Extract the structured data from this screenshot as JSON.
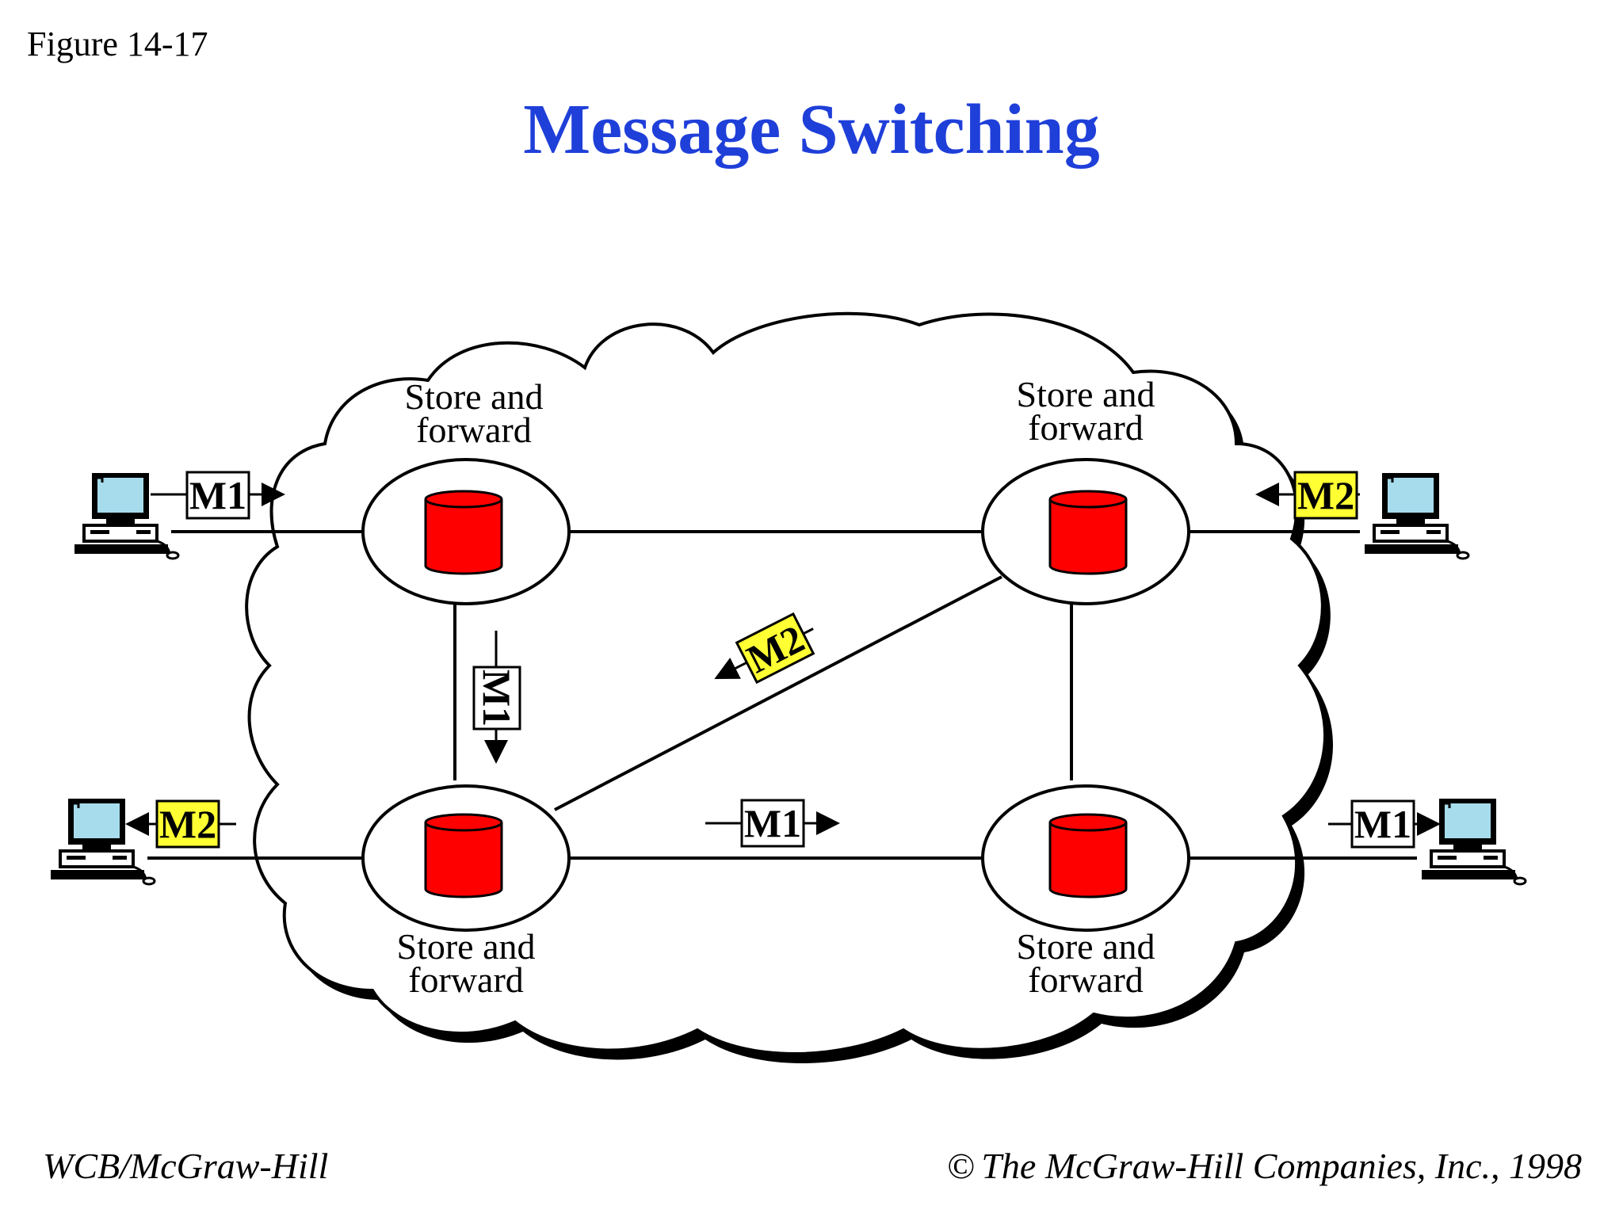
{
  "figure_label": "Figure 14-17",
  "title": "Message Switching",
  "footer": {
    "publisher": "WCB/McGraw-Hill",
    "copyright_symbol": "©",
    "copyright": "The McGraw-Hill Companies, Inc., 1998"
  },
  "nodes": [
    {
      "id": "top-left",
      "label_line1": "Store and",
      "label_line2": "forward"
    },
    {
      "id": "top-right",
      "label_line1": "Store and",
      "label_line2": "forward"
    },
    {
      "id": "bottom-left",
      "label_line1": "Store and",
      "label_line2": "forward"
    },
    {
      "id": "bottom-right",
      "label_line1": "Store and",
      "label_line2": "forward"
    }
  ],
  "messages": {
    "m1_sender": "M1",
    "m2_sender": "M2",
    "m1_vertical": "M1",
    "m2_diagonal": "M2",
    "m1_middle": "M1",
    "m2_receiver": "M2",
    "m1_receiver": "M1"
  },
  "colors": {
    "title": "#1f3fd9",
    "storage": "#ff0000",
    "m2_tag": "#ffff33",
    "m1_tag": "#ffffff",
    "screen": "#a6dcec"
  }
}
